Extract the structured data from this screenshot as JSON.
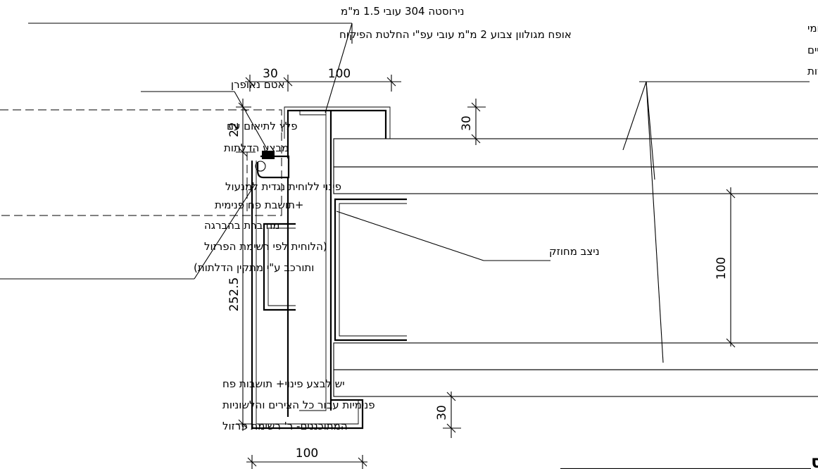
{
  "drawing": {
    "title": "חשקוף טיפוס A בקיר גבס",
    "notes": {
      "steel": "נירוסטה 304 עובי 1.5 מ\"מ",
      "galvanized": "אופח מגולוון צבוע 2 מ\"מ עובי עפ\"י החלטת הפיקוח",
      "gypsum_line1": "גבס דו-קרומי",
      "gypsum_line2": "עובי סופי של קיר עם צפויים",
      "gypsum_line3": "לפי רשימת טיפוסי קירות",
      "seal": "אטם נאופרן",
      "rebate_line1": "פלץ לתיאום עם",
      "rebate_line2": "מבצע הדלתות",
      "clearance_line1": "פינוי ללוחית נגדית למנעול",
      "clearance_line2": "+תושבת פח פנימית",
      "clearance_line3": "מחוברת בהברגה",
      "clearance_line4": "(הלוחית לפי רשימת הפרזול",
      "clearance_line5": "ותורכב ע\"י מתקין הדלתות)",
      "stud": "ניצב מחוזק",
      "bottom_line1": "יש לבצע פינוי+ תושבות פח",
      "bottom_line2": "פנימיות עבור כל הצירים והלשוניות",
      "bottom_line3": "המתוכננים- ר' רשימת פרזול"
    },
    "dimensions": {
      "top_left": "30",
      "top_right": "100",
      "rebate_depth": "22",
      "board_top": "30",
      "stud_depth": "100",
      "frame_height": "252.5",
      "board_bottom": "30",
      "bottom_width": "100"
    }
  }
}
